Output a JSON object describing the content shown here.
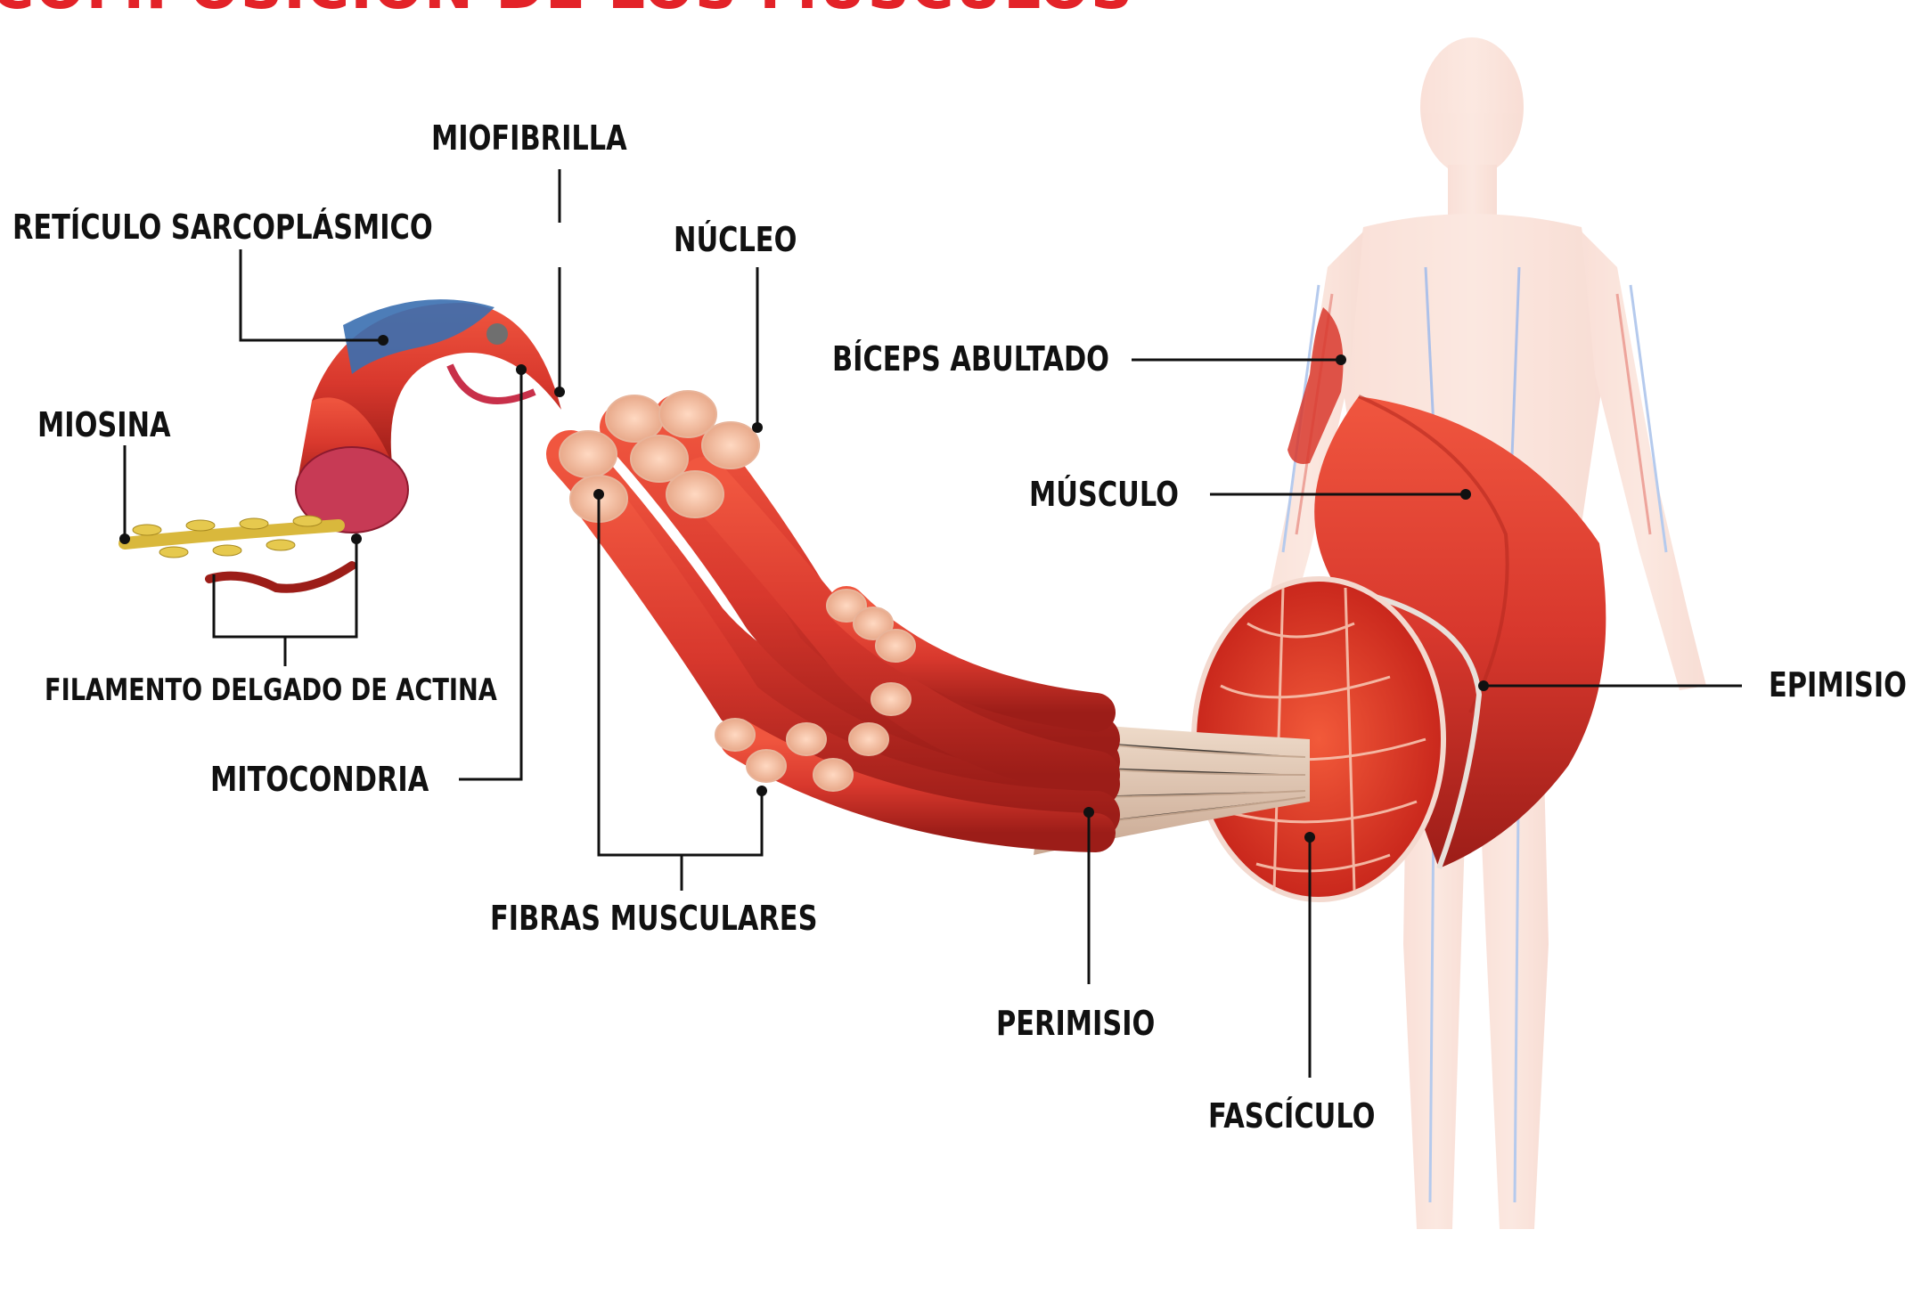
{
  "title": "COMPOSICIÓN DE LOS MÚSCULOS",
  "labels": {
    "miofibrilla": "MIOFIBRILLA",
    "reticulo": "RETÍCULO SARCOPLÁSMICO",
    "nucleo": "NÚCLEO",
    "miosina": "MIOSINA",
    "actina": "FILAMENTO DELGADO DE ACTINA",
    "mitocondria": "MITOCONDRIA",
    "fibras": "FIBRAS MUSCULARES",
    "biceps": "BÍCEPS ABULTADO",
    "musculo": "MÚSCULO",
    "epimisio": "EPIMISIO",
    "perimisio": "PERIMISIO",
    "fasciculo": "FASCÍCULO"
  },
  "colors": {
    "title": "#e32228",
    "muscle": "#d8382d",
    "muscle_dark": "#a61f1a",
    "reticulum": "#3a6fb0",
    "myosin": "#d9b83c",
    "tendon": "#e3cbb8",
    "leader": "#111111"
  }
}
